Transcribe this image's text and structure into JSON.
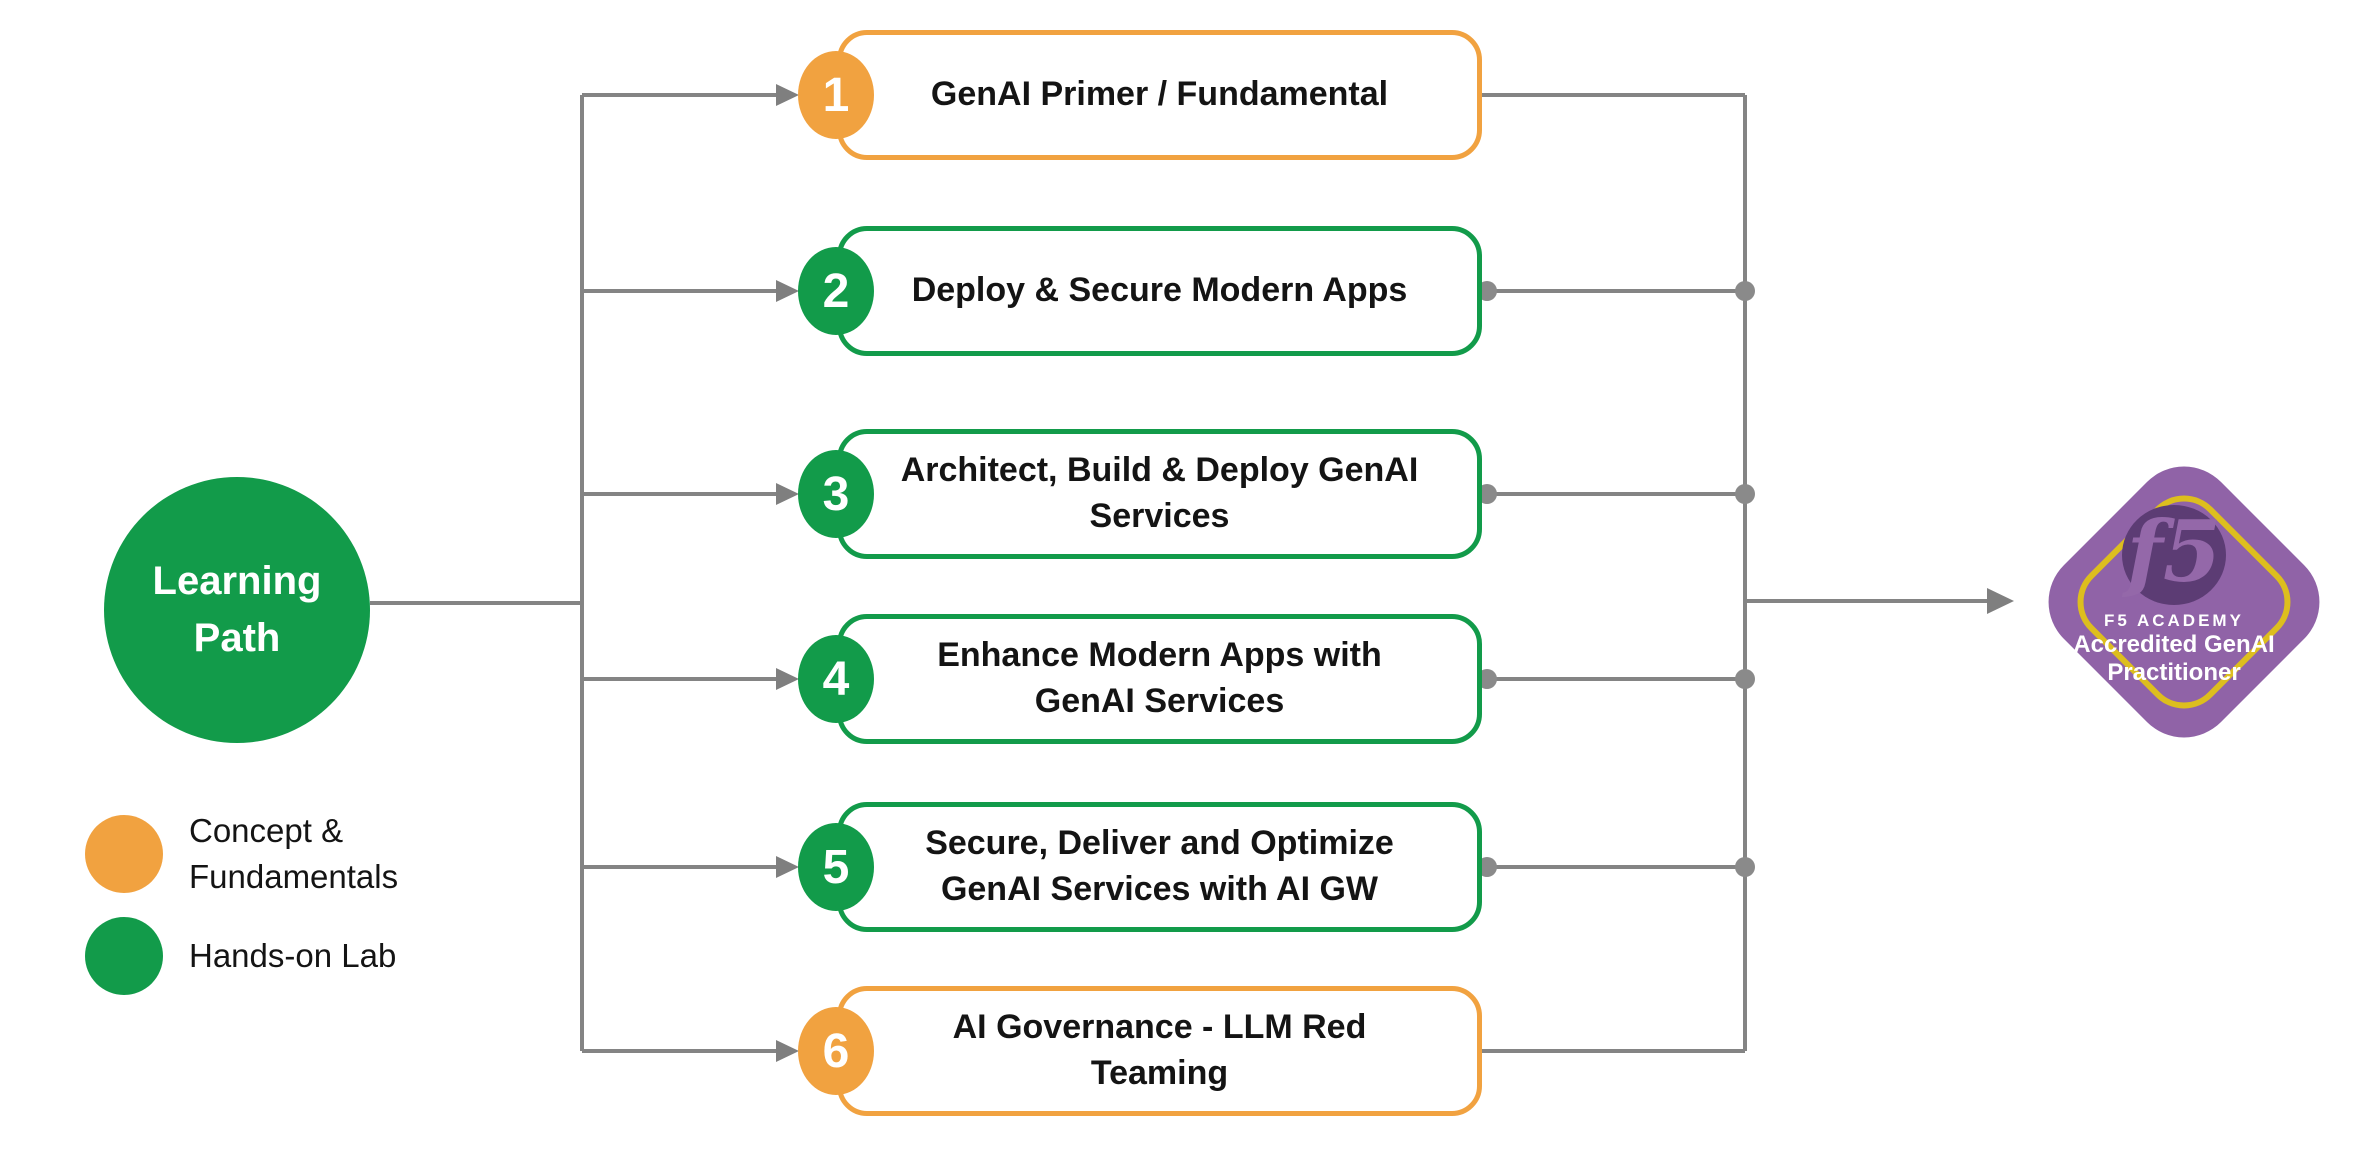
{
  "palette": {
    "green": "#129B4A",
    "orange": "#F1A240",
    "connector_gray": "#848484",
    "junction_dot_gray": "#8a8a8a",
    "badge_purple": "#9063A7",
    "badge_dark_purple": "#5C3C74",
    "badge_yellow": "#DDBE1E",
    "text_black": "#141414",
    "white": "#FFFFFF"
  },
  "learning_path": {
    "line1": "Learning",
    "line2": "Path"
  },
  "legend": {
    "items": [
      {
        "swatch": "orange-circle",
        "label": "Concept &\nFundamentals"
      },
      {
        "swatch": "green-circle",
        "label": "Hands-on Lab"
      }
    ]
  },
  "steps": [
    {
      "number": "1",
      "title": "GenAI Primer / Fundamental",
      "category": "concept"
    },
    {
      "number": "2",
      "title": "Deploy & Secure Modern Apps",
      "category": "lab"
    },
    {
      "number": "3",
      "title": "Architect, Build & Deploy GenAI\nServices",
      "category": "lab"
    },
    {
      "number": "4",
      "title": "Enhance Modern Apps with\nGenAI Services",
      "category": "lab"
    },
    {
      "number": "5",
      "title": "Secure, Deliver and Optimize\nGenAI Services with AI GW",
      "category": "lab"
    },
    {
      "number": "6",
      "title": "AI Governance - LLM Red\nTeaming",
      "category": "concept"
    }
  ],
  "badge": {
    "logo_text": "f5",
    "academy_label": "F5 ACADEMY",
    "title_line1": "Accredited GenAI",
    "title_line2": "Practitioner"
  }
}
